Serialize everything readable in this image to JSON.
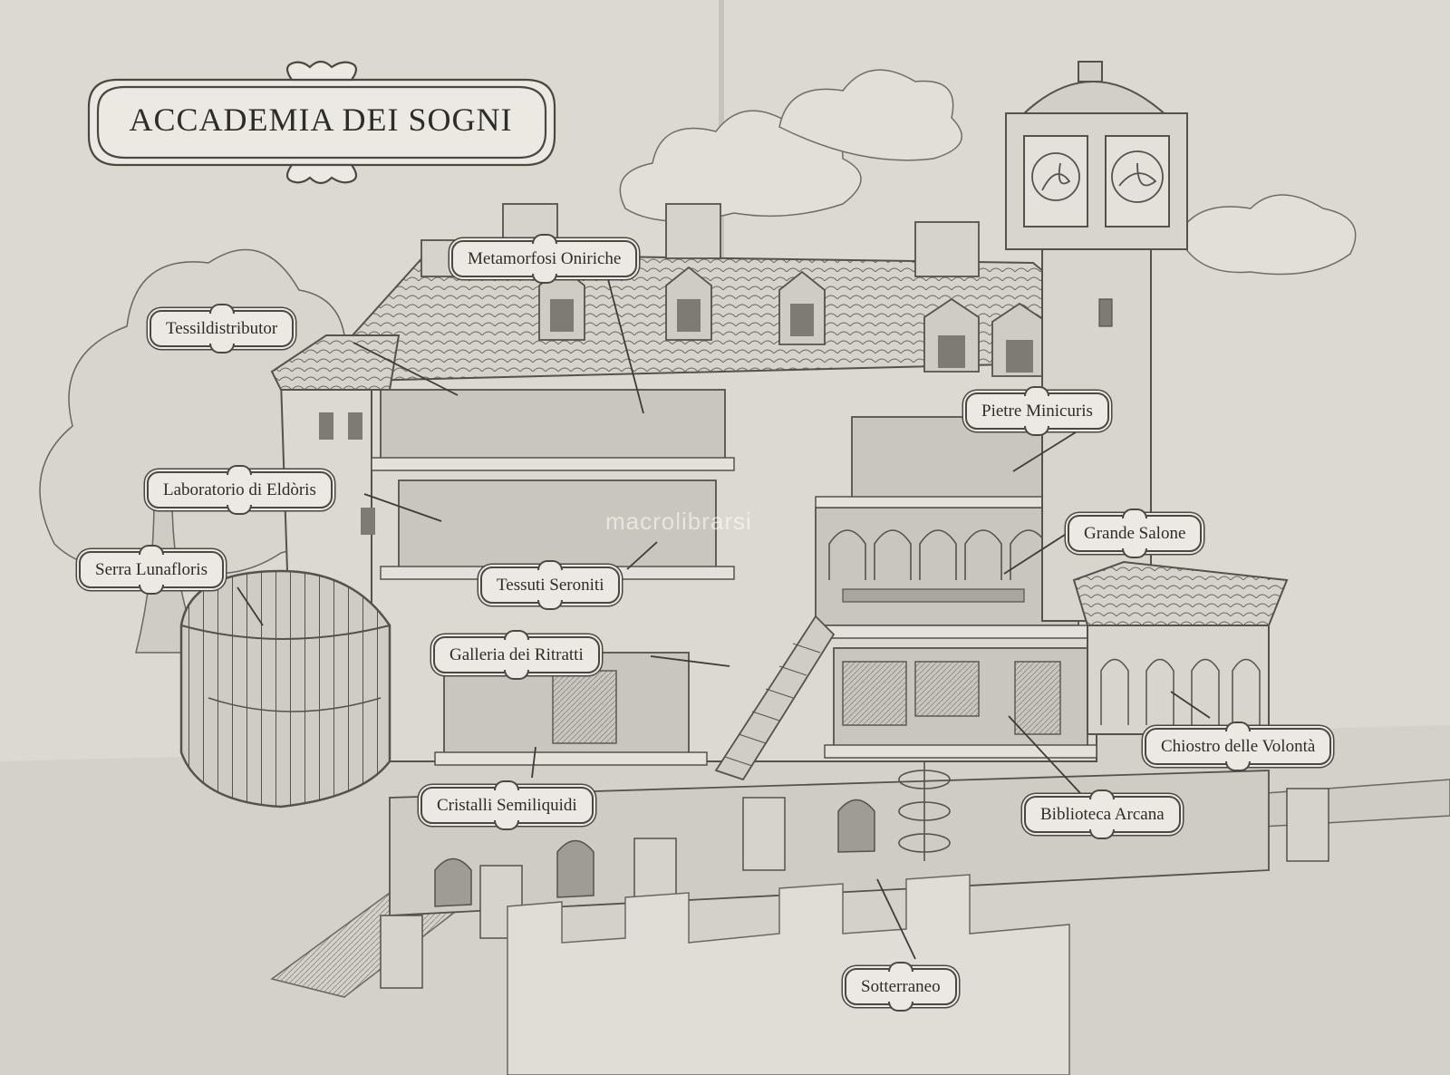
{
  "title": "ACCADEMIA DEI SOGNI",
  "watermark": "macrolibrarsi",
  "labels": [
    {
      "id": "metamorfosi-oniriche",
      "text": "Metamorfosi Oniriche"
    },
    {
      "id": "tessildistributor",
      "text": "Tessildistributor"
    },
    {
      "id": "pietre-minicuris",
      "text": "Pietre Minicuris"
    },
    {
      "id": "laboratorio-di-eldoris",
      "text": "Laboratorio di Eldòris"
    },
    {
      "id": "grande-salone",
      "text": "Grande Salone"
    },
    {
      "id": "serra-lunafloris",
      "text": "Serra Lunafloris"
    },
    {
      "id": "tessuti-seroniti",
      "text": "Tessuti Seroniti"
    },
    {
      "id": "galleria-dei-ritratti",
      "text": "Galleria dei Ritratti"
    },
    {
      "id": "chiostro-delle-volonta",
      "text": "Chiostro delle Volontà"
    },
    {
      "id": "cristalli-semiliquidi",
      "text": "Cristalli Semiliquidi"
    },
    {
      "id": "biblioteca-arcana",
      "text": "Biblioteca Arcana"
    },
    {
      "id": "sotterraneo",
      "text": "Sotterraneo"
    }
  ],
  "colors": {
    "paper": "#dcd9d1",
    "ink": "#4a4844",
    "plate": "#ece9e2"
  }
}
